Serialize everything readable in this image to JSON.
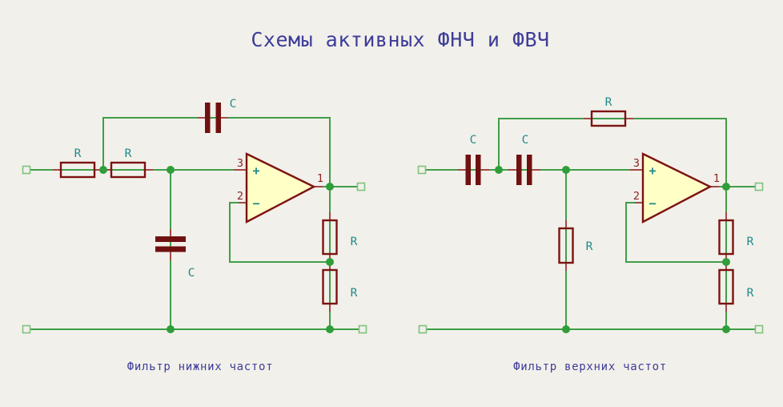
{
  "page": {
    "title": "Схемы активных ФНЧ и ФВЧ",
    "background": "#f2f0ea"
  },
  "colors": {
    "wire_green": "#3f9e48",
    "junction_green": "#2f9e3a",
    "terminal_green": "#7cc47c",
    "component_outline": "#7c1212",
    "capacitor_fill": "#701010",
    "pin_lead_red": "#a24848",
    "value_label_teal": "#1d8a8a",
    "pin_number_red": "#8a2525",
    "opamp_fill": "#ffffc6",
    "text_blue": "#3d3d99"
  },
  "lpf": {
    "caption": "Фильтр нижних частот",
    "labels": {
      "r_in1": "R",
      "r_in2": "R",
      "c_feedback": "C",
      "c_shunt": "C",
      "r_div_top": "R",
      "r_div_bottom": "R"
    },
    "opamp": {
      "pin_noninv": "3",
      "pin_inv": "2",
      "pin_out": "1",
      "plus_sign": "+",
      "minus_sign": "−"
    }
  },
  "hpf": {
    "caption": "Фильтр верхних частот",
    "labels": {
      "c_in1": "C",
      "c_in2": "C",
      "r_feedback": "R",
      "r_shunt": "R",
      "r_div_top": "R",
      "r_div_bottom": "R"
    },
    "opamp": {
      "pin_noninv": "3",
      "pin_inv": "2",
      "pin_out": "1",
      "plus_sign": "+",
      "minus_sign": "−"
    }
  }
}
